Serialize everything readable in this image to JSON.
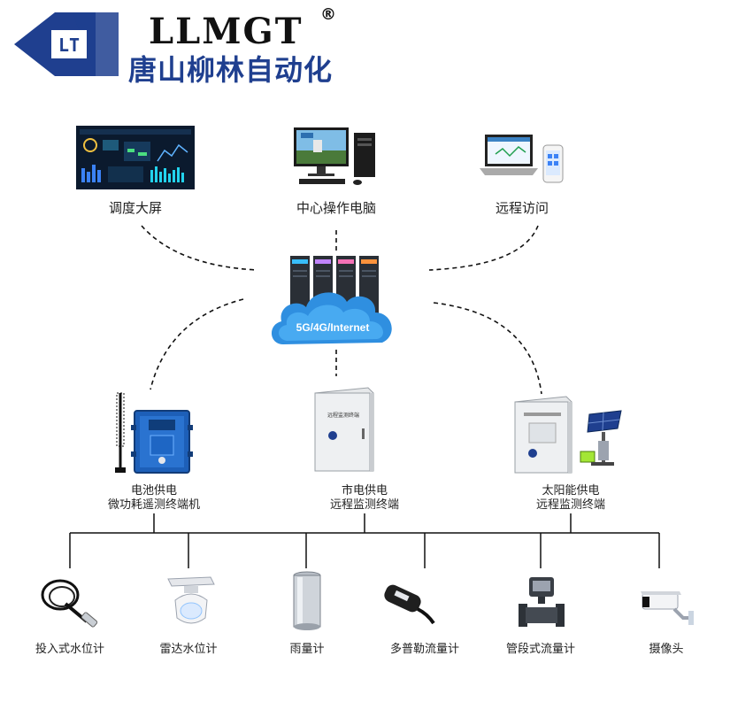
{
  "brand": {
    "name_en": "LLMGT",
    "registered": "®",
    "name_cn": "唐山柳林自动化",
    "logo_letters": "LT"
  },
  "top_nodes": [
    {
      "label": "调度大屏",
      "icon": "dispatch-screen-icon"
    },
    {
      "label": "中心操作电脑",
      "icon": "desktop-computer-icon"
    },
    {
      "label": "远程访问",
      "icon": "laptop-phone-icon"
    }
  ],
  "cloud": {
    "label": "5G/4G/Internet",
    "icon": "cloud-server-icon"
  },
  "terminals": [
    {
      "line1": "电池供电",
      "line2": "微功耗遥测终端机",
      "icon": "battery-rtu-icon"
    },
    {
      "line1": "市电供电",
      "line2": "远程监测终端",
      "icon": "mains-cabinet-icon",
      "cabinet_text": "远程监测终端"
    },
    {
      "line1": "太阳能供电",
      "line2": "远程监测终端",
      "icon": "solar-cabinet-icon"
    }
  ],
  "sensors": [
    {
      "label": "投入式水位计",
      "icon": "submersible-level-icon"
    },
    {
      "label": "雷达水位计",
      "icon": "radar-level-icon"
    },
    {
      "label": "雨量计",
      "icon": "rain-gauge-icon"
    },
    {
      "label": "多普勒流量计",
      "icon": "doppler-flowmeter-icon"
    },
    {
      "label": "管段式流量计",
      "icon": "pipe-flowmeter-icon"
    },
    {
      "label": "摄像头",
      "icon": "camera-icon"
    }
  ]
}
